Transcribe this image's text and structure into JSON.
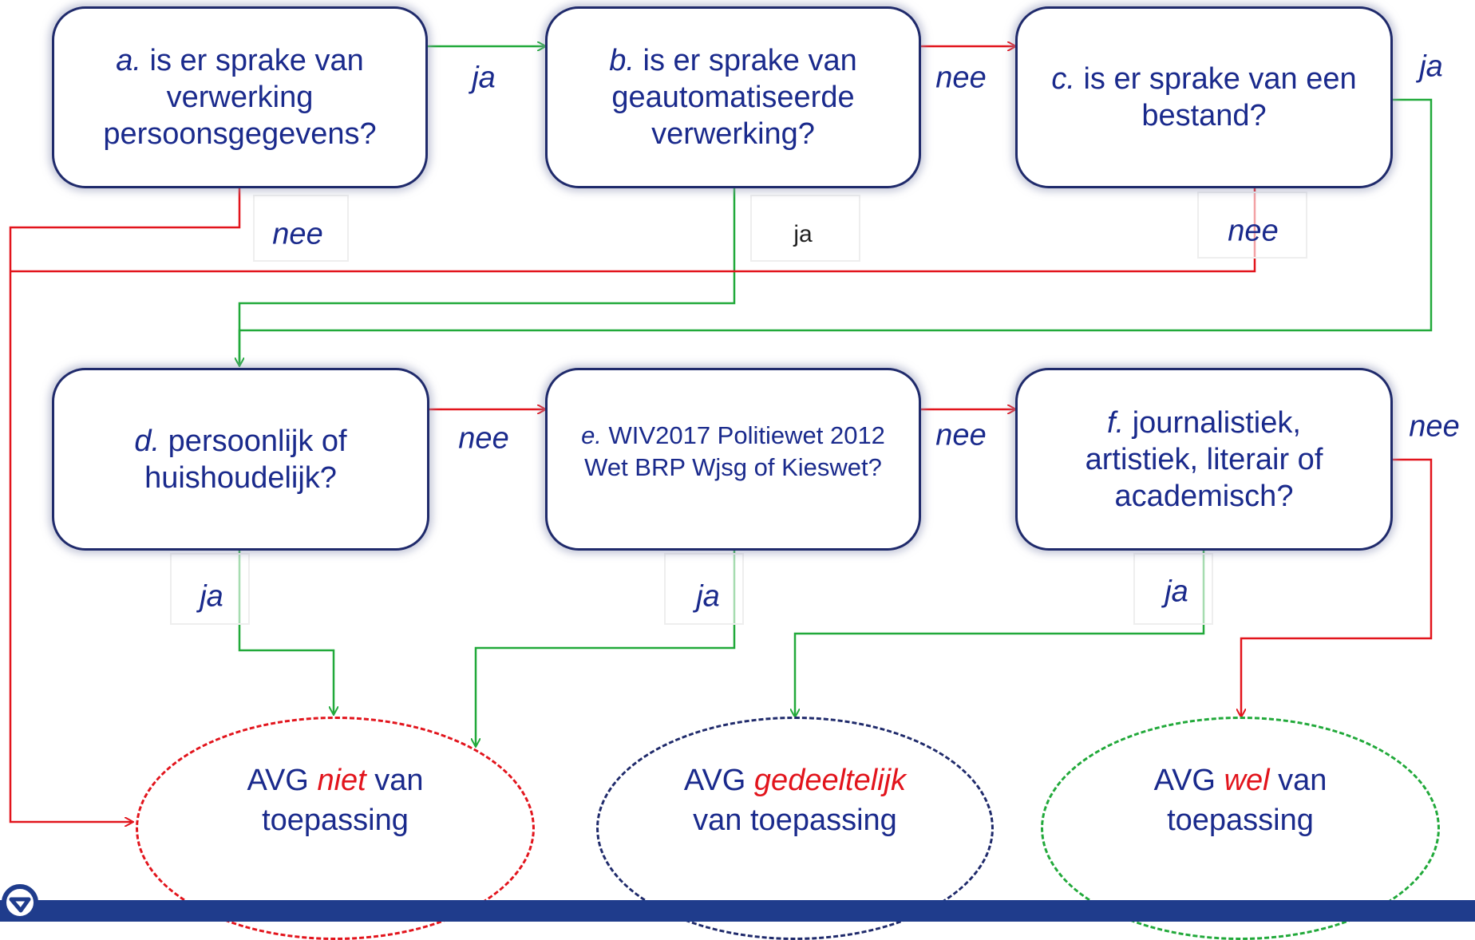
{
  "nodes": {
    "a": {
      "letter": "a.",
      "text": "is er sprake van verwerking persoonsgegevens?"
    },
    "b": {
      "letter": "b.",
      "text": "is er sprake van geautomatiseerde verwerking?"
    },
    "c": {
      "letter": "c.",
      "text": "is er sprake van een bestand?"
    },
    "d": {
      "letter": "d.",
      "text": "persoonlijk of huishoudelijk?"
    },
    "e": {
      "letter": "e.",
      "text": "WIV2017 Politiewet 2012 Wet BRP Wjsg of Kieswet?"
    },
    "f": {
      "letter": "f.",
      "text": "journalistiek, artistiek, literair of academisch?"
    }
  },
  "edge_labels": {
    "a_b": "ja",
    "b_c": "nee",
    "c_d": "ja",
    "a_niet": "nee",
    "b_d": "ja",
    "c_niet": "nee",
    "d_e": "nee",
    "e_f": "nee",
    "f_wel": "nee",
    "d_niet": "ja",
    "e_niet": "ja",
    "f_gedeeltelijk": "ja"
  },
  "results": {
    "niet": {
      "pre": "AVG",
      "highlight": "niet",
      "post": "van",
      "line2": "toepassing"
    },
    "gedeeltelijk": {
      "pre": "AVG",
      "highlight": "gedeeltelijk",
      "line2": "van toepassing"
    },
    "wel": {
      "pre": "AVG",
      "highlight": "wel",
      "post": "van",
      "line2": "toepassing"
    }
  },
  "colors": {
    "yes": "#21a93a",
    "no": "#e2141c",
    "node_border": "#1f2a6b",
    "text": "#1a2a8c",
    "result_niet_border": "#e2141c",
    "result_gedeeltelijk_border": "#1f2a6b",
    "result_wel_border": "#21a93a",
    "footer": "#1f3c8c"
  },
  "logo": "circled-arrow-logo"
}
